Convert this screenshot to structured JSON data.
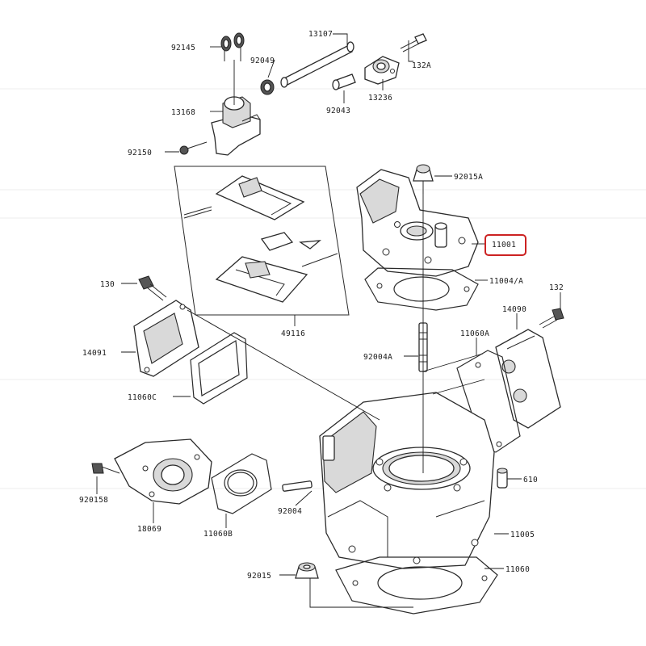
{
  "highlight_color": "#cc2222",
  "labels": {
    "p92145": "92145",
    "p13107": "13107",
    "p92049": "92049",
    "p132A": "132A",
    "p13168": "13168",
    "p92043": "92043",
    "p13236": "13236",
    "p92150": "92150",
    "p92015A": "92015A",
    "p11001": "11001",
    "p11004A": "11004/A",
    "p49116": "49116",
    "p130": "130",
    "p132": "132",
    "p14090": "14090",
    "p14091": "14091",
    "p11060A": "11060A",
    "p92004A": "92004A",
    "p11060C": "11060C",
    "p920158": "920158",
    "p610": "610",
    "p92004": "92004",
    "p18069": "18069",
    "p11060B": "11060B",
    "p11005": "11005",
    "p92015": "92015",
    "p11060": "11060"
  }
}
